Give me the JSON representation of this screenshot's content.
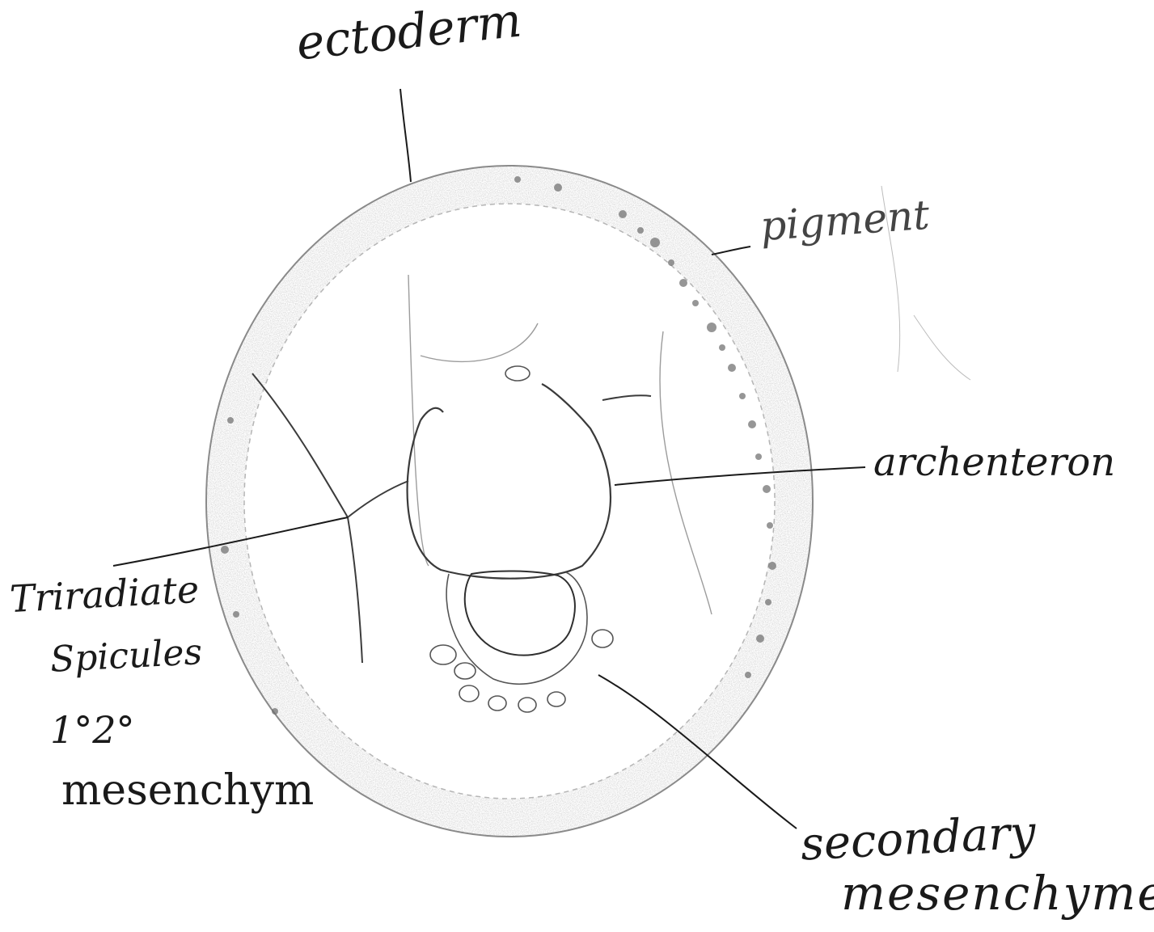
{
  "diagram": {
    "labels": {
      "ectoderm": "ectoderm",
      "pigment": "pigment",
      "archenteron": "archenteron",
      "triradiate": "Triradiate",
      "spicules": "Spicules",
      "mesenchyme_order": "1°2°",
      "mesenchym": "mesenchym",
      "secondary": "secondary",
      "mesenchyme": "mesenchyme"
    },
    "colors": {
      "ink": "#1a1a1a",
      "pencil": "#666666",
      "shading": "#9a9a9a",
      "paper": "#ffffff"
    }
  }
}
